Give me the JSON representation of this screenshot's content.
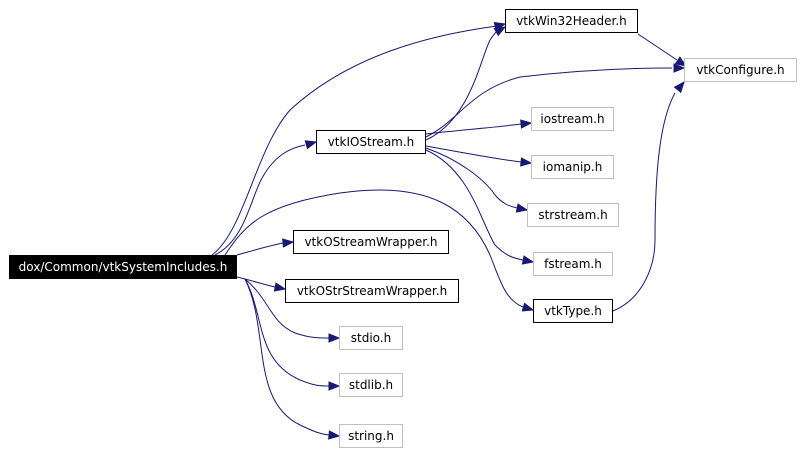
{
  "nodes": {
    "root": "dox/Common/vtkSystemIncludes.h",
    "vtkWin32Header": "vtkWin32Header.h",
    "vtkConfigure": "vtkConfigure.h",
    "vtkIOStream": "vtkIOStream.h",
    "iostream": "iostream.h",
    "iomanip": "iomanip.h",
    "strstream": "strstream.h",
    "fstream": "fstream.h",
    "vtkOStreamWrapper": "vtkOStreamWrapper.h",
    "vtkOStrStreamWrapper": "vtkOStrStreamWrapper.h",
    "vtkType": "vtkType.h",
    "stdio": "stdio.h",
    "stdlib": "stdlib.h",
    "string": "string.h"
  },
  "edges": [
    [
      "root",
      "vtkWin32Header"
    ],
    [
      "root",
      "vtkIOStream"
    ],
    [
      "root",
      "vtkType"
    ],
    [
      "root",
      "vtkOStreamWrapper"
    ],
    [
      "root",
      "vtkOStrStreamWrapper"
    ],
    [
      "root",
      "stdio"
    ],
    [
      "root",
      "stdlib"
    ],
    [
      "root",
      "string"
    ],
    [
      "vtkWin32Header",
      "vtkConfigure"
    ],
    [
      "vtkIOStream",
      "vtkWin32Header"
    ],
    [
      "vtkIOStream",
      "vtkConfigure"
    ],
    [
      "vtkIOStream",
      "iostream"
    ],
    [
      "vtkIOStream",
      "iomanip"
    ],
    [
      "vtkIOStream",
      "strstream"
    ],
    [
      "vtkIOStream",
      "fstream"
    ],
    [
      "vtkType",
      "vtkConfigure"
    ]
  ],
  "colors": {
    "edge": "#191970",
    "grey_border": "#bfbfbf"
  }
}
